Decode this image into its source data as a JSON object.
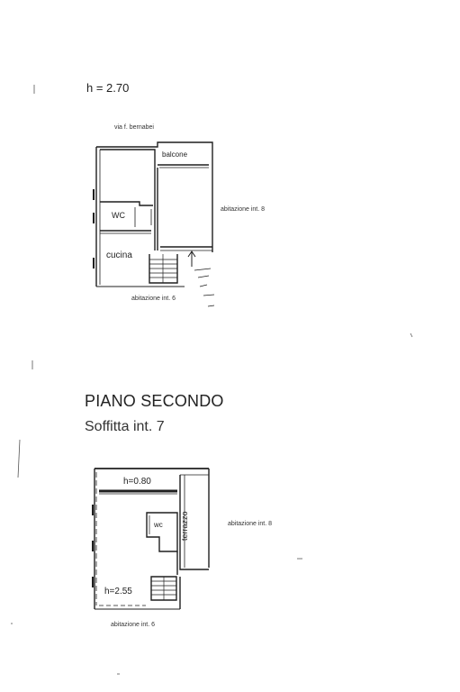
{
  "floor_top": {
    "height_label": "h = 2.70",
    "street_label": "via f. bernabei",
    "rooms": {
      "balcone": "balcone",
      "wc": "WC",
      "cucina": "cucina"
    },
    "neighbor_right": "abitazione int. 8",
    "neighbor_bottom": "abitazione int. 6"
  },
  "floor_second": {
    "title": "PIANO SECONDO",
    "subtitle": "Soffitta int. 7",
    "height_low": "h=0.80",
    "height_high": "h=2.55",
    "rooms": {
      "wc": "wc",
      "terrazzo": "terrazzo"
    },
    "neighbor_right": "abitazione int. 8",
    "neighbor_bottom": "abitazione int. 6"
  },
  "colors": {
    "wall": "#1f1f1f",
    "text": "#222222"
  }
}
